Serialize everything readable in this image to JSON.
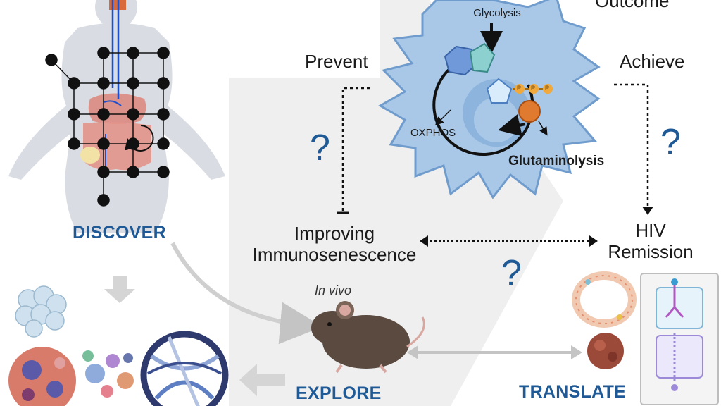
{
  "labels": {
    "outcome": "Outcome",
    "glycolysis": "Glycolysis",
    "prevent": "Prevent",
    "achieve": "Achieve",
    "oxphos": "OXPHOS",
    "glutaminolysis": "Glutaminolysis",
    "phosphate": "P",
    "discover": "DISCOVER",
    "improving_line1": "Improving",
    "improving_line2": "Immunosenescence",
    "hiv_line1": "HIV",
    "hiv_line2": "Remission",
    "in_vivo": "In vivo",
    "explore": "EXPLORE",
    "translate": "TRANSLATE",
    "question": "?"
  },
  "colors": {
    "accent_blue": "#1f5a96",
    "cell_blue": "#a9c8e8",
    "cell_edge": "#6f9ccc",
    "body_gray": "#d9dde3",
    "panel_gray": "#eeeeee",
    "node_black": "#111111",
    "mouse_brown": "#5a4a40",
    "organoid_brown": "#9b4a3a"
  },
  "icons": {
    "cell": "macrophage-cell-icon",
    "body": "human-body-icon",
    "mouse": "mouse-icon",
    "chip": "organ-on-chip-icon",
    "organoid": "organoid-icon",
    "circos": "circos-plot-icon"
  }
}
